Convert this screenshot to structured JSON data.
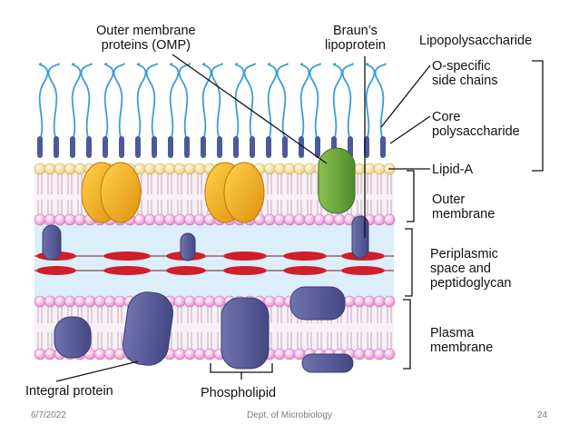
{
  "labels": {
    "omp": "Outer membrane\nproteins (OMP)",
    "brauns": "Braun’s\nlipoprotein",
    "lps": "Lipopolysaccharide",
    "o_specific": "O-specific\nside chains",
    "core": "Core\npolysaccharide",
    "lipid_a": "Lipid-A",
    "outer_membrane": "Outer\nmembrane",
    "periplasmic": "Periplasmic\nspace and\npeptidoglycan",
    "plasma_membrane": "Plasma\nmembrane",
    "integral_protein": "Integral protein",
    "phospholipid": "Phospholipid"
  },
  "footer": {
    "date": "6/7/2022",
    "department": "Dept. of Microbiology",
    "page": "24"
  },
  "colors": {
    "o_chain": "#3b9ed6",
    "core": "#4a5a9c",
    "lipid_a_head": "#f6e3a0",
    "phospholipid_head": "#f2b8e0",
    "periplasm": "#dceef9",
    "peptidoglycan": "#d01e2a",
    "omp": "#f4b01c",
    "brauns_lipoprotein": "#74a83e",
    "integral_protein": "#575a96"
  }
}
